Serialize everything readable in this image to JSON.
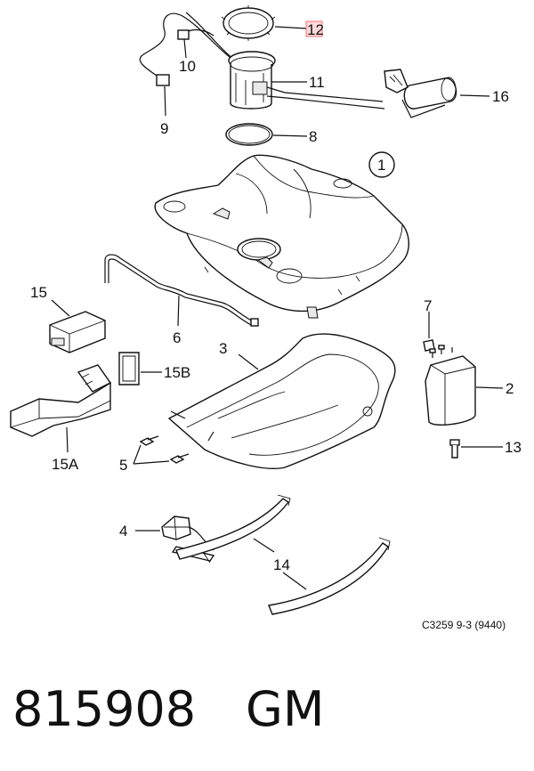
{
  "callouts": {
    "c1": "1",
    "c2": "2",
    "c3": "3",
    "c4": "4",
    "c5": "5",
    "c6": "6",
    "c7": "7",
    "c8": "8",
    "c9": "9",
    "c10": "10",
    "c11": "11",
    "c12": "12",
    "c13": "13",
    "c14": "14",
    "c15": "15",
    "c15a": "15A",
    "c15b": "15B",
    "c16": "16"
  },
  "figure_ref": "C3259 9-3 (9440)",
  "part_number": "815908",
  "brand": "GM",
  "colors": {
    "highlight": "#ffd9d9",
    "highlight_border": "#e55555",
    "ink": "#111111"
  }
}
